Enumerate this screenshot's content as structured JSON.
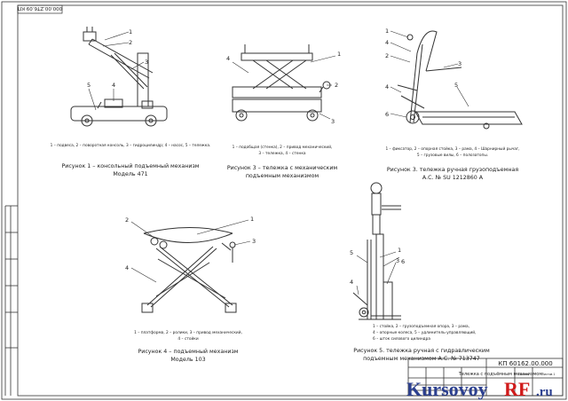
{
  "sheet": {
    "stamp_code_rotated": "000.00.ZT6.09 КП",
    "title_code": "КП 60162.00.000",
    "title_name": "Тележка с подъёмным механизмом",
    "title_small_1": "Листов",
    "title_small_2": "Листов 1"
  },
  "fig1": {
    "callouts": [
      "1",
      "2",
      "3",
      "4",
      "5"
    ],
    "legend": "1 – подвеса, 2 – поворотная консоль, 3 – гидроцилиндр; 4 – насос, 5 – тележка.",
    "caption_l1": "Рисунок 1 – консольный подъемный механизм",
    "caption_l2": "Модель 471"
  },
  "fig2": {
    "callouts": [
      "4",
      "1",
      "2",
      "3"
    ],
    "legend_l1": "1 – подобщая (стенка), 2 – привод механический,",
    "legend_l2": "3 – тележка, 4 – стенка",
    "caption_l1": "Рисунок 3 – тележка с механическим",
    "caption_l2": "подъемным механизмом"
  },
  "fig3": {
    "callouts": [
      "1",
      "4",
      "2",
      "3",
      "5",
      "6"
    ],
    "legend_l1": "1 – фиксатор, 2 – опорная стойка, 3 – рама, 4 – Шарнирный рычаг,",
    "legend_l2": "5 – грузовые вилы, 6 – полозатопы.",
    "caption_l1": "Рисунок 3. тележка ручная грузоподъемная",
    "caption_l2": "А.С. № SU 1212860 A"
  },
  "fig4": {
    "callouts": [
      "1",
      "2",
      "3",
      "4"
    ],
    "legend_l1": "1 – платформа, 2 – ролики, 3 – привод механический,",
    "legend_l2": "4 – стойки",
    "caption_l1": "Рисунок 4 – подъемный механизм",
    "caption_l2": "Модель 103"
  },
  "fig5": {
    "callouts": [
      "1",
      "3",
      "4",
      "5",
      "6"
    ],
    "legend_l1": "1 – стойка, 2 – грузоподъемная опора, 3 – рама,",
    "legend_l2": "4 – опорные колеса, 5 – удлинитель-управляющий,",
    "legend_l3": "6 – шток силового цилиндра",
    "caption_l1": "Рисунок 5. тележка ручная с гидравлическим",
    "caption_l2": "подъемным механизмом А.С. № 713747"
  },
  "watermark": {
    "left": "Kursovoy",
    "accent": "RF",
    "suffix": ".ru",
    "accent_color": "#d01a1a"
  }
}
